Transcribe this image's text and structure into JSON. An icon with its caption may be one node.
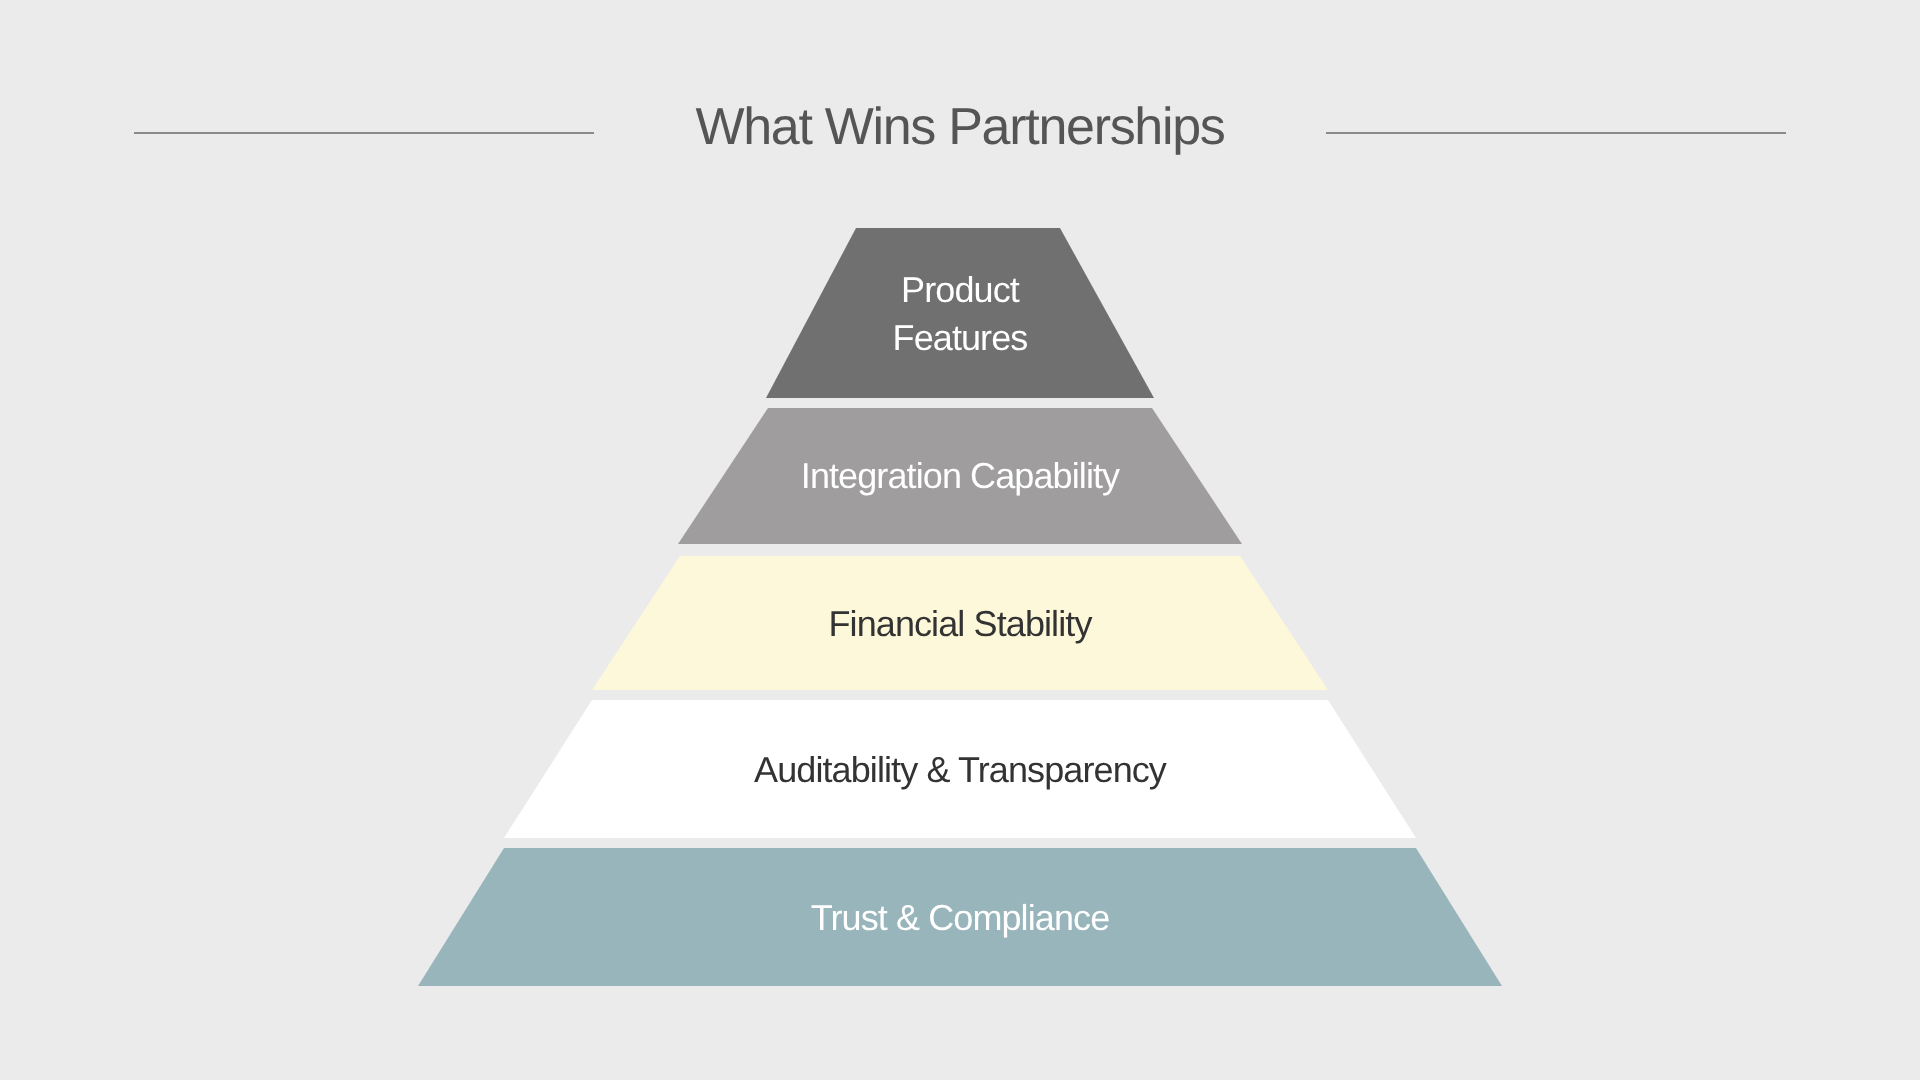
{
  "diagram": {
    "title": "What Wins Partnerships",
    "nodes": [
      {
        "text": [
          "Product Features"
        ]
      },
      {
        "text": [
          "Integration Capability"
        ]
      },
      {
        "text": [
          "Financial Stability"
        ]
      },
      {
        "text": [
          "Auditability & Transparency"
        ]
      },
      {
        "text": [
          "Trust & Compliance"
        ]
      }
    ]
  }
}
